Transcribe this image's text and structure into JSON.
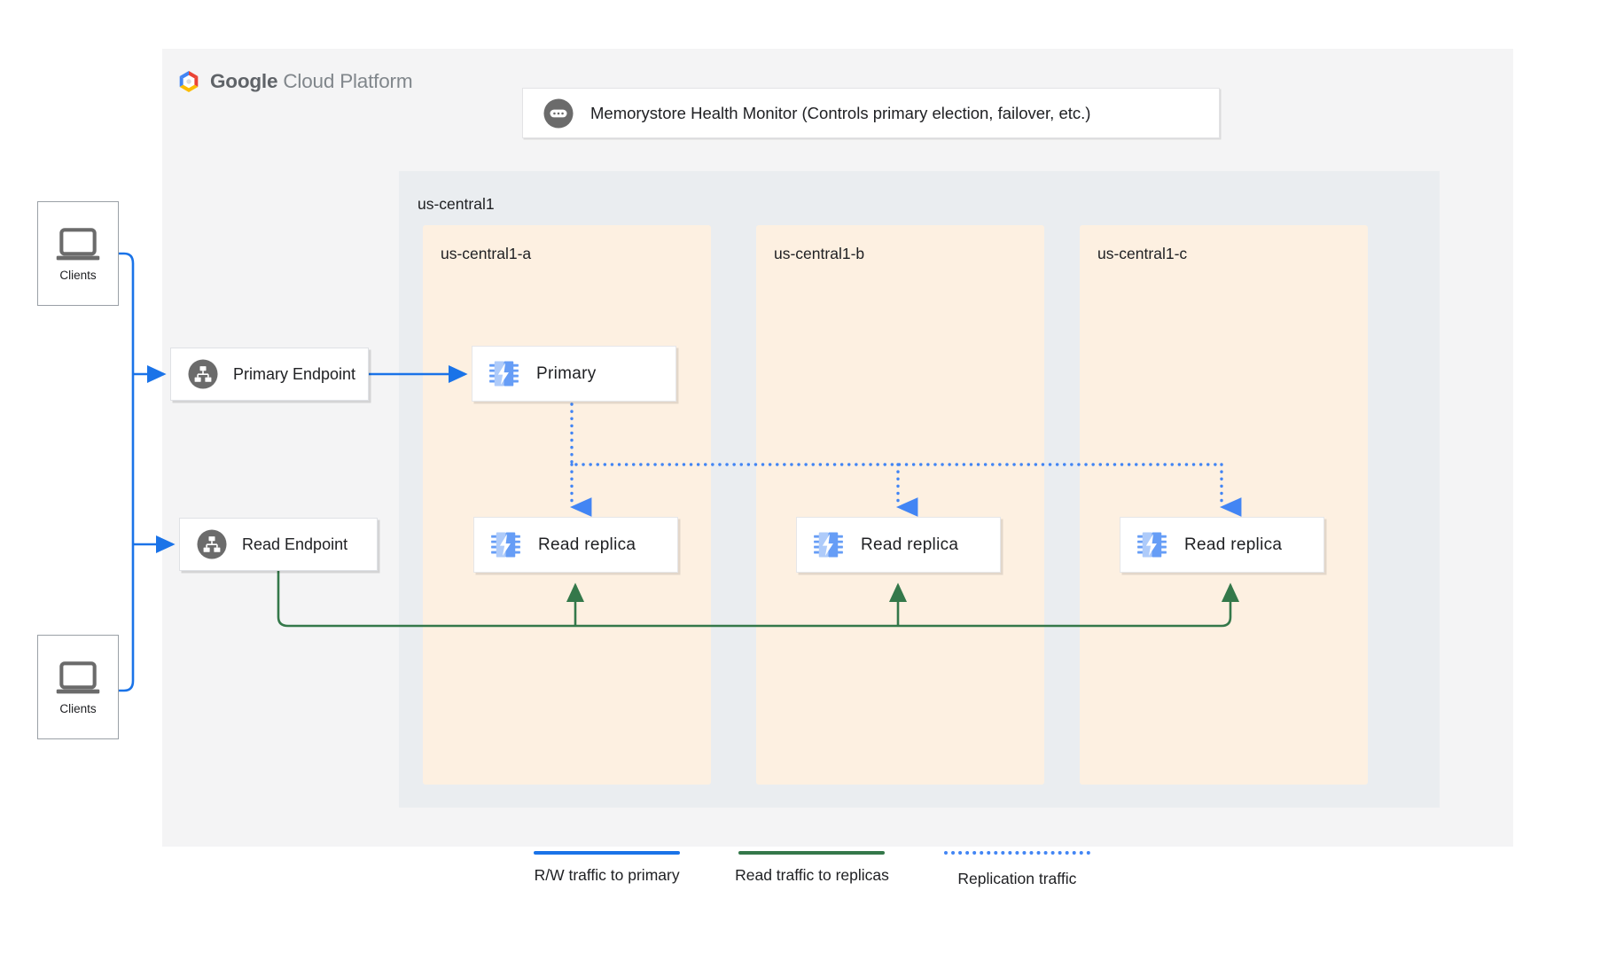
{
  "brand": {
    "logo_icon": "google-cloud-hexagon-logo",
    "name_bold": "Google",
    "name_light": " Cloud Platform"
  },
  "health_monitor": {
    "icon": "health-monitor-icon",
    "label": "Memorystore Health Monitor (Controls primary election, failover, etc.)"
  },
  "region": {
    "name": "us-central1",
    "zones": [
      {
        "name": "us-central1-a"
      },
      {
        "name": "us-central1-b"
      },
      {
        "name": "us-central1-c"
      }
    ]
  },
  "clients": [
    {
      "label": "Clients",
      "icon": "laptop-icon"
    },
    {
      "label": "Clients",
      "icon": "laptop-icon"
    }
  ],
  "endpoints": [
    {
      "label": "Primary Endpoint",
      "icon": "network-hierarchy-icon"
    },
    {
      "label": "Read Endpoint",
      "icon": "network-hierarchy-icon"
    }
  ],
  "nodes": [
    {
      "label": "Primary",
      "icon": "memorystore-chip-icon",
      "zone": "us-central1-a"
    },
    {
      "label": "Read replica",
      "icon": "memorystore-chip-icon",
      "zone": "us-central1-a"
    },
    {
      "label": "Read replica",
      "icon": "memorystore-chip-icon",
      "zone": "us-central1-b"
    },
    {
      "label": "Read replica",
      "icon": "memorystore-chip-icon",
      "zone": "us-central1-c"
    }
  ],
  "legend": [
    {
      "label": "R/W traffic to primary",
      "style": "solid",
      "color": "#1a73e8"
    },
    {
      "label": "Read traffic to replicas",
      "style": "solid",
      "color": "#34784a"
    },
    {
      "label": "Replication traffic",
      "style": "dotted",
      "color": "#4285f4"
    }
  ],
  "colors": {
    "canvas": "#f4f4f5",
    "region_panel": "#eaedf0",
    "zone_panel": "#fdf0e1",
    "rw_traffic": "#1a73e8",
    "read_traffic": "#34784a",
    "replication_traffic": "#4285f4",
    "icon_gray": "#666666",
    "chip_blue": "#669df6",
    "chip_blue_light": "#aecbfa"
  }
}
